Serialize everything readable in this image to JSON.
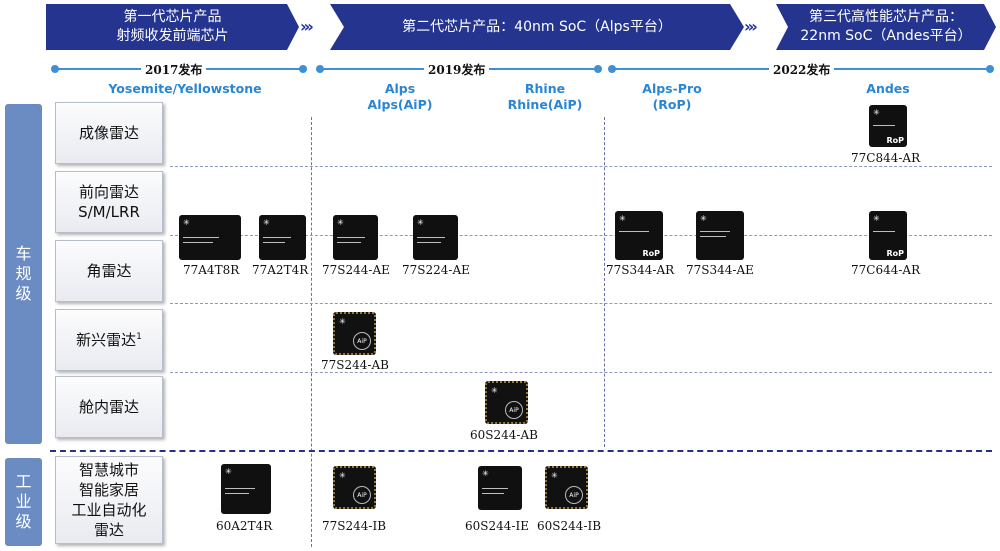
{
  "banners": {
    "gen1": "第一代芯片产品\n射频收发前端芯片",
    "gen2": "第二代芯片产品：40nm SoC（Alps平台）",
    "gen3": "第三代高性能芯片产品：\n22nm SoC（Andes平台）"
  },
  "chevron_glyph": "›››",
  "timeline": {
    "years": [
      "2017发布",
      "2019发布",
      "2022发布"
    ]
  },
  "platforms": {
    "yosemite": "Yosemite/Yellowstone",
    "alps": "Alps\nAlps(AiP)",
    "rhine": "Rhine\nRhine(AiP)",
    "alps_pro": "Alps-Pro\n(RoP)",
    "andes": "Andes"
  },
  "categories": {
    "vehicle": "车\n规\n级",
    "industrial": "工\n业\n级"
  },
  "rows": {
    "imaging": "成像雷达",
    "front": "前向雷达\nS/M/LRR",
    "corner": "角雷达",
    "emerging": "新兴雷达",
    "emerging_sup": "1",
    "cabin": "舱内雷达",
    "industrial": "智慧城市\n智能家居\n工业自动化\n雷达"
  },
  "chip_logo_glyph": "✳",
  "chip_badges": {
    "aip": "AiP",
    "rop": "RoP"
  },
  "chips": {
    "c77C844AR": "77C844-AR",
    "c77A4T8R": "77A4T8R",
    "c77A2T4R": "77A2T4R",
    "c77S244AE": "77S244-AE",
    "c77S224AE": "77S224-AE",
    "c77S344AR": "77S344-AR",
    "c77S344AE": "77S344-AE",
    "c77C644AR": "77C644-AR",
    "c77S244AB": "77S244-AB",
    "c60S244AB": "60S244-AB",
    "c60A2T4R": "60A2T4R",
    "c77S244IB": "77S244-IB",
    "c60S244IE": "60S244-IE",
    "c60S244IB": "60S244-IB"
  },
  "colors": {
    "banner": "#24348f",
    "timeline": "#3f8fd6",
    "platform_text": "#2a86d2",
    "side_label": "#6b8cc2"
  }
}
